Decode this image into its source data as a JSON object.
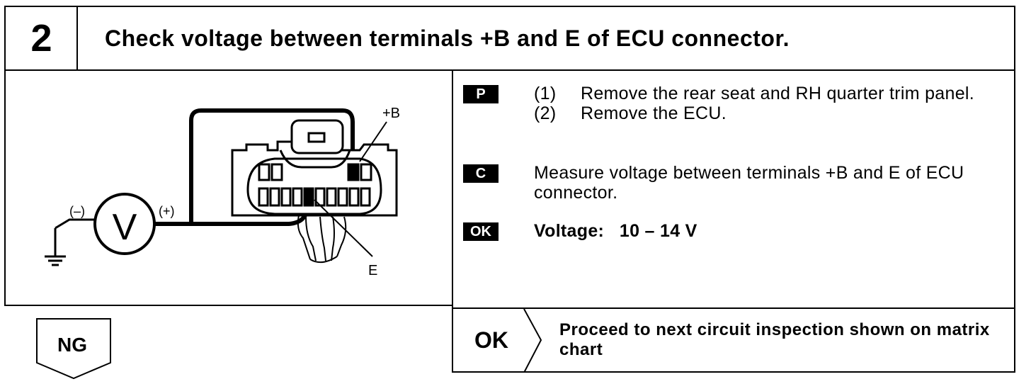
{
  "header": {
    "step_number": "2",
    "title": "Check voltage between terminals +B and E of ECU connector."
  },
  "diagram": {
    "label_plus_b": "+B",
    "label_e": "E",
    "label_minus": "(–)",
    "label_plus": "(+)",
    "meter_symbol": "V"
  },
  "procedure": {
    "p_badge": "P",
    "p_steps": [
      {
        "num": "(1)",
        "text": "Remove the rear seat and RH quarter trim panel."
      },
      {
        "num": "(2)",
        "text": "Remove the ECU."
      }
    ],
    "c_badge": "C",
    "c_text": "Measure voltage between terminals +B and E of ECU connector.",
    "ok_badge": "OK",
    "ok_text": "Voltage:   10 – 14 V"
  },
  "results": {
    "ng_label": "NG",
    "ok_label": "OK",
    "ok_text": "Proceed to next circuit inspection shown on matrix chart"
  }
}
